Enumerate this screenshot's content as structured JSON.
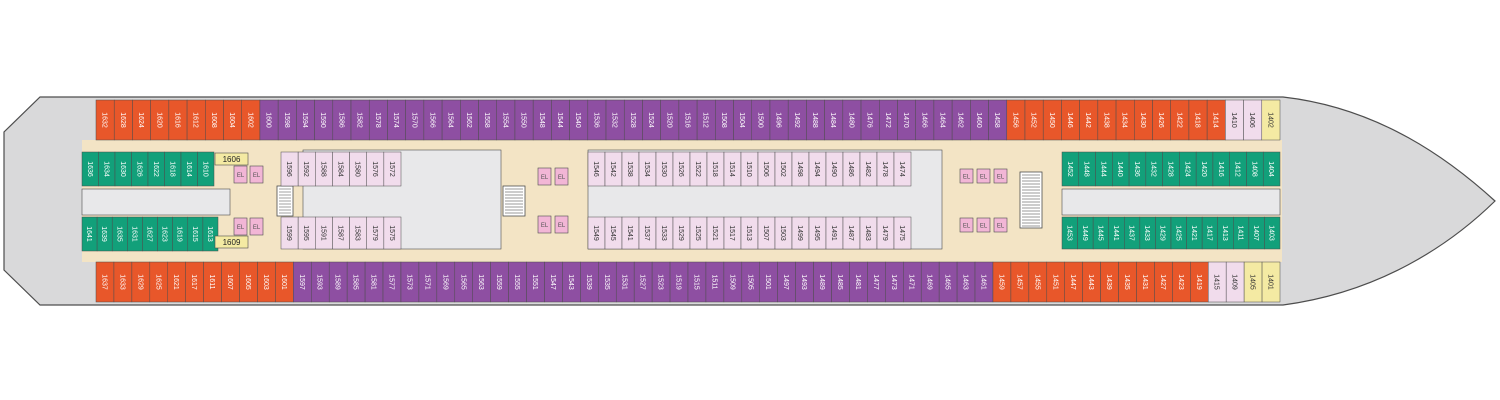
{
  "colors": {
    "orange": "#e8572a",
    "purple": "#8e4fa2",
    "green": "#12a07a",
    "pink": "#f1dcec",
    "yellow": "#f4eaa3",
    "hull": "#d9d9da",
    "walkway": "#f3e4c5",
    "corridor": "#e8e8ea",
    "outline": "#4d4d4d",
    "elevator": "#f2b6d6"
  },
  "labels": {
    "elevator": "EL",
    "stair_glyph": "≡"
  },
  "deck": {
    "top_outer": [
      "1632",
      "1628",
      "1624",
      "1620",
      "1616",
      "1612",
      "1608",
      "1604",
      "1602",
      "1600",
      "1598",
      "1594",
      "1590",
      "1586",
      "1582",
      "1578",
      "1574",
      "1570",
      "1566",
      "1564",
      "1562",
      "1558",
      "1554",
      "1550",
      "1548",
      "1544",
      "1540",
      "1536",
      "1532",
      "1528",
      "1524",
      "1520",
      "1516",
      "1512",
      "1508",
      "1504",
      "1500",
      "1496",
      "1492",
      "1488",
      "1484",
      "1480",
      "1476",
      "1472",
      "1470",
      "1466",
      "1464",
      "1462",
      "1460",
      "1458",
      "1456",
      "1452",
      "1450",
      "1446",
      "1442",
      "1438",
      "1434",
      "1430",
      "1426",
      "1422",
      "1418",
      "1414",
      "1410",
      "1406",
      "1402"
    ],
    "bottom_outer": [
      "1637",
      "1633",
      "1629",
      "1625",
      "1621",
      "1617",
      "1611",
      "1607",
      "1605",
      "1603",
      "1601",
      "1597",
      "1593",
      "1589",
      "1585",
      "1581",
      "1577",
      "1573",
      "1571",
      "1569",
      "1565",
      "1563",
      "1559",
      "1555",
      "1551",
      "1547",
      "1543",
      "1539",
      "1535",
      "1531",
      "1527",
      "1523",
      "1519",
      "1515",
      "1511",
      "1509",
      "1505",
      "1501",
      "1497",
      "1493",
      "1489",
      "1485",
      "1481",
      "1477",
      "1473",
      "1471",
      "1469",
      "1465",
      "1463",
      "1461",
      "1459",
      "1457",
      "1455",
      "1451",
      "1447",
      "1443",
      "1439",
      "1435",
      "1431",
      "1427",
      "1423",
      "1419",
      "1415",
      "1409",
      "1405",
      "1401"
    ],
    "top_inner_aft": [
      "1636",
      "1634",
      "1630",
      "1626",
      "1622",
      "1618",
      "1614",
      "1610"
    ],
    "bottom_inner_aft": [
      "1641",
      "1639",
      "1635",
      "1631",
      "1627",
      "1623",
      "1619",
      "1615",
      "1613"
    ],
    "highlight_top": "1606",
    "highlight_bottom": "1609",
    "top_inner_mid": [
      "1596",
      "1592",
      "1588",
      "1584",
      "1580",
      "1576",
      "1572"
    ],
    "bottom_inner_mid": [
      "1599",
      "1595",
      "1591",
      "1587",
      "1583",
      "1579",
      "1575"
    ],
    "top_inner_center": [
      "1546",
      "1542",
      "1538",
      "1534",
      "1530",
      "1526",
      "1522",
      "1518",
      "1514",
      "1510",
      "1506",
      "1502",
      "1498",
      "1494",
      "1490",
      "1486",
      "1482",
      "1478",
      "1474"
    ],
    "bottom_inner_center": [
      "1549",
      "1545",
      "1541",
      "1537",
      "1533",
      "1529",
      "1525",
      "1521",
      "1517",
      "1513",
      "1507",
      "1503",
      "1499",
      "1495",
      "1491",
      "1487",
      "1483",
      "1479",
      "1475"
    ],
    "top_inner_fwd": [
      "1452",
      "1448",
      "1444",
      "1440",
      "1436",
      "1432",
      "1428",
      "1424",
      "1420",
      "1416",
      "1412",
      "1408",
      "1404"
    ],
    "bottom_inner_fwd": [
      "1453",
      "1449",
      "1445",
      "1441",
      "1437",
      "1433",
      "1429",
      "1425",
      "1421",
      "1417",
      "1413",
      "1411",
      "1407",
      "1403"
    ]
  }
}
